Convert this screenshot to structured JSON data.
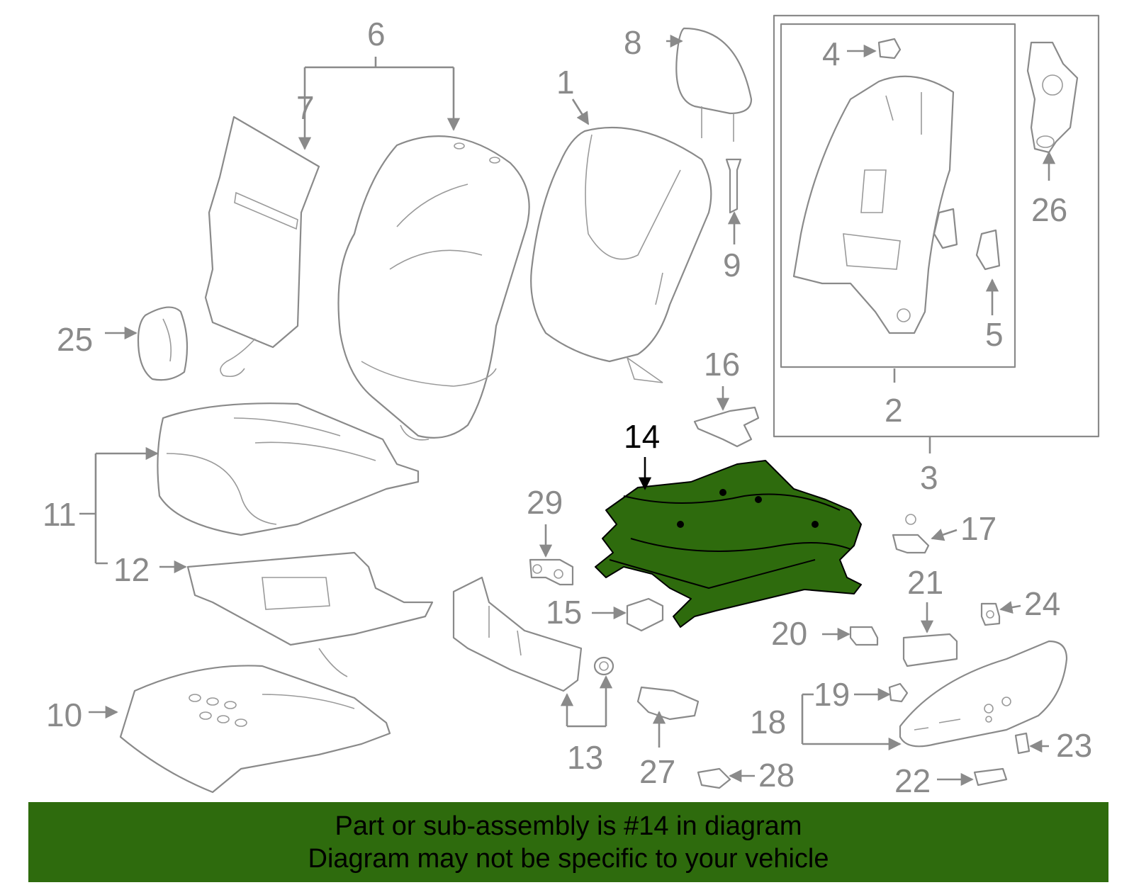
{
  "highlight_part": "14",
  "colors": {
    "highlight": "#2e6b0d",
    "banner": "#2e6b0d",
    "line": "#8a8a8a",
    "highlight_text": "#000000"
  },
  "callouts": {
    "c1": "1",
    "c2": "2",
    "c3": "3",
    "c4": "4",
    "c5": "5",
    "c6": "6",
    "c7": "7",
    "c8": "8",
    "c9": "9",
    "c10": "10",
    "c11": "11",
    "c12": "12",
    "c13": "13",
    "c14": "14",
    "c15": "15",
    "c16": "16",
    "c17": "17",
    "c18": "18",
    "c19": "19",
    "c20": "20",
    "c21": "21",
    "c22": "22",
    "c23": "23",
    "c24": "24",
    "c25": "25",
    "c26": "26",
    "c27": "27",
    "c28": "28",
    "c29": "29"
  },
  "banner": {
    "line1": "Part or sub-assembly is #14 in diagram",
    "line2": "Diagram may not be specific to your vehicle"
  }
}
